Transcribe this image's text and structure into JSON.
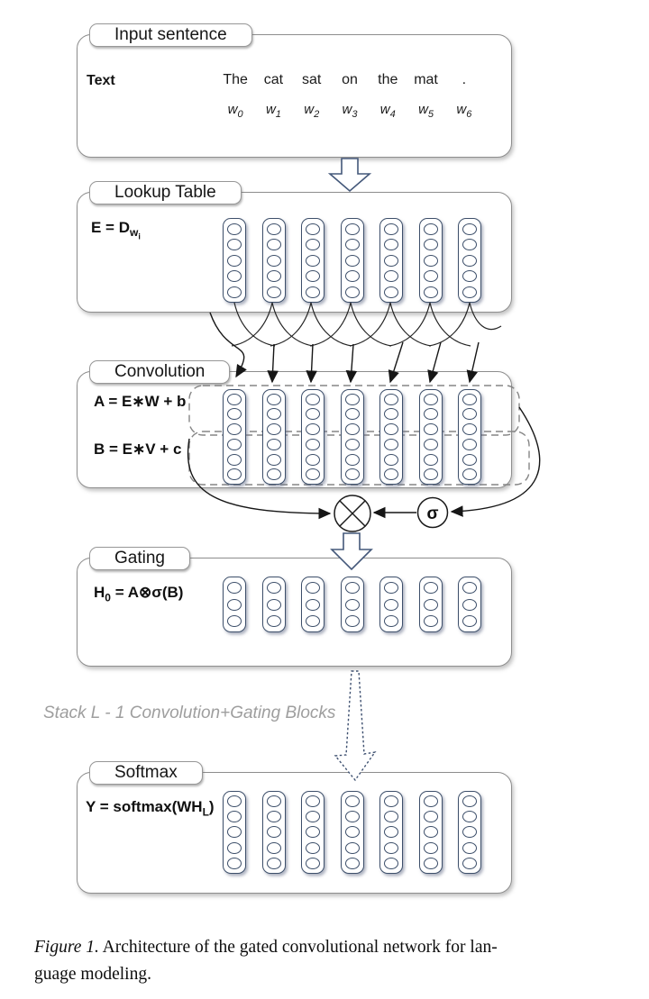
{
  "figure": {
    "columns": 7,
    "input": {
      "tab": "Input sentence",
      "text_label": "Text",
      "words": [
        "The",
        "cat",
        "sat",
        "on",
        "the",
        "mat",
        "."
      ],
      "word_var_base": "w",
      "word_var_indices": [
        "0",
        "1",
        "2",
        "3",
        "4",
        "5",
        "6"
      ]
    },
    "lookup": {
      "tab": "Lookup Table",
      "formula_main": "E = D",
      "formula_sub": "w",
      "formula_subsub": "i",
      "circles_per_column": 5
    },
    "convolution": {
      "tab": "Convolution",
      "formula_a": "A = E∗W + b",
      "formula_b": "B = E∗V + c",
      "circles_per_column": 6
    },
    "gating": {
      "tab": "Gating",
      "formula_pre": "H",
      "formula_sub": "0",
      "formula_post": " = A⊗σ(B)",
      "sigma_symbol": "σ",
      "circles_per_column": 3
    },
    "stack_note": "Stack L - 1 Convolution+Gating Blocks",
    "softmax": {
      "tab": "Softmax",
      "formula_pre": "Y = softmax(WH",
      "formula_sub": "L",
      "formula_post": ")",
      "circles_per_column": 5
    },
    "caption": {
      "label": "Figure 1.",
      "line1": "Architecture of the gated convolutional network for lan-",
      "line2": "guage modeling."
    },
    "colors": {
      "embedding_stroke": "#3d4f6a",
      "box_border": "#8e8e8e",
      "hollow_arrow_stroke": "#44587a",
      "note_gray": "#9e9e9e"
    }
  }
}
